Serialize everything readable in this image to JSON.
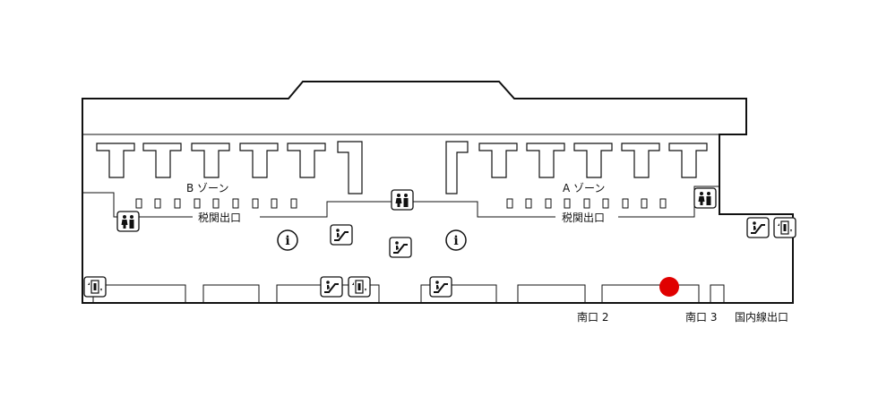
{
  "zones": {
    "zone_b": "B ゾーン",
    "zone_a": "A ゾーン"
  },
  "customs_exits": {
    "b": "税関出口",
    "a": "税関出口"
  },
  "exits": {
    "south_2": "南口 2",
    "south_3": "南口 3",
    "domestic": "国内線出口"
  },
  "icons": {
    "restroom": "restroom-icon",
    "elevator": "elevator-icon",
    "escalator": "escalator-icon",
    "information": "information-icon",
    "current_location": "current-location-marker"
  },
  "colors": {
    "line": "#111111",
    "marker": "#e00000",
    "background": "#ffffff"
  }
}
